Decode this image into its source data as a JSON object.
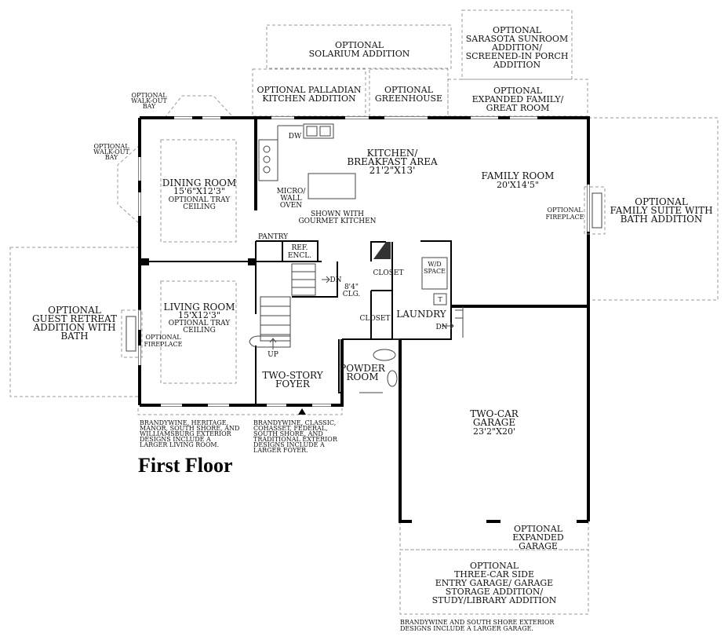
{
  "plan": {
    "title": "First Floor",
    "rooms": {
      "dining_room": [
        "DINING ROOM",
        "15'6\"X12'3\"",
        "OPTIONAL TRAY",
        "CEILING"
      ],
      "living_room": [
        "LIVING ROOM",
        "15'X12'3\"",
        "OPTIONAL TRAY",
        "CEILING"
      ],
      "kitchen": [
        "KITCHEN/",
        "BREAKFAST AREA",
        "21'2\"X13'"
      ],
      "family_room": [
        "FAMILY ROOM",
        "20'X14'5\""
      ],
      "foyer": [
        "TWO-STORY",
        "FOYER"
      ],
      "powder_room": [
        "POWDER",
        "ROOM"
      ],
      "laundry": "LAUNDRY",
      "garage": [
        "TWO-CAR",
        "GARAGE",
        "23'2\"X20'"
      ]
    },
    "small_labels": {
      "dw": "DW",
      "micro": [
        "MICRO/",
        "WALL",
        "OVEN"
      ],
      "gourmet": [
        "SHOWN WITH",
        "GOURMET KITCHEN"
      ],
      "pantry": "PANTRY",
      "ref": [
        "REF.",
        "ENCL."
      ],
      "closet_top": "CLOSET",
      "closet_mid": "CLOSET",
      "clg": [
        "8'4\"",
        "CLG."
      ],
      "dn_stair": "DN",
      "up_stair": "UP",
      "wd": [
        "W/D",
        "SPACE"
      ],
      "t": "T",
      "dn_laundry": "DN",
      "opt_fireplace_family": [
        "OPTIONAL",
        "FIREPLACE"
      ],
      "opt_fireplace_living": [
        "OPTIONAL",
        "FIREPLACE"
      ],
      "walkout_bay_top": [
        "OPTIONAL",
        "WALK-OUT",
        "BAY"
      ],
      "walkout_bay_side": [
        "OPTIONAL",
        "WALK-OUT",
        "BAY"
      ]
    },
    "options": {
      "solarium": [
        "OPTIONAL",
        "SOLARIUM ADDITION"
      ],
      "sunroom": [
        "OPTIONAL",
        "SARASOTA SUNROOM",
        "ADDITION/",
        "SCREENED-IN PORCH",
        "ADDITION"
      ],
      "palladian": [
        "OPTIONAL PALLADIAN",
        "KITCHEN ADDITION"
      ],
      "greenhouse": [
        "OPTIONAL",
        "GREENHOUSE"
      ],
      "expanded_family": [
        "OPTIONAL",
        "EXPANDED FAMILY/",
        "GREAT ROOM"
      ],
      "family_suite": [
        "OPTIONAL",
        "FAMILY SUITE WITH",
        "BATH ADDITION"
      ],
      "guest_retreat": [
        "OPTIONAL",
        "GUEST RETREAT",
        "ADDITION WITH",
        "BATH"
      ],
      "expanded_garage": [
        "OPTIONAL",
        "EXPANDED",
        "GARAGE"
      ],
      "three_car": [
        "OPTIONAL",
        "THREE-CAR SIDE",
        "ENTRY GARAGE/ GARAGE",
        "STORAGE ADDITION/",
        "STUDY/LIBRARY ADDITION"
      ]
    },
    "notes": {
      "living_exterior": [
        "BRANDYWINE, HERITAGE,",
        "MANOR, SOUTH SHORE, AND",
        "WILLIAMSBURG EXTERIOR",
        "DESIGNS INCLUDE A",
        "LARGER LIVING ROOM."
      ],
      "foyer_exterior": [
        "BRANDYWINE, CLASSIC,",
        "COHASSET, FEDERAL,",
        "SOUTH SHORE, AND",
        "TRADITIONAL EXTERIOR",
        "DESIGNS INCLUDE A",
        "LARGER FOYER."
      ],
      "garage_exterior": [
        "BRANDYWINE AND SOUTH SHORE EXTERIOR",
        "DESIGNS INCLUDE A LARGER GARAGE."
      ]
    }
  }
}
